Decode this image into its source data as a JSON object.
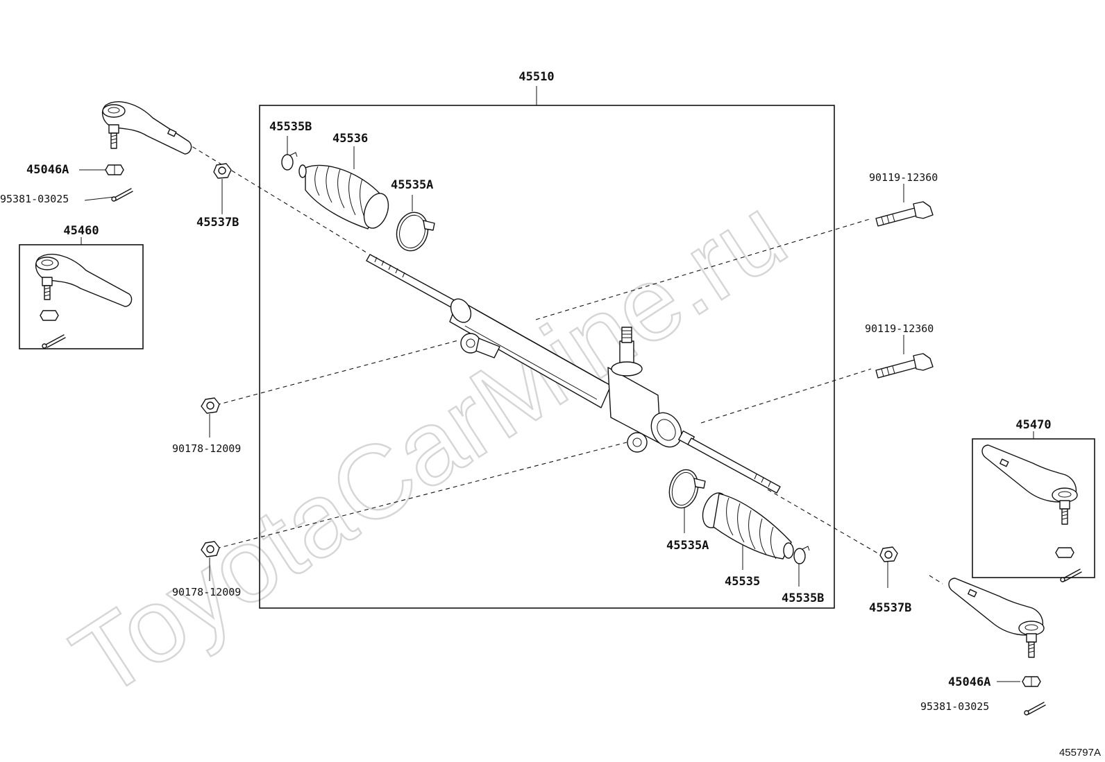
{
  "watermark": "ToyotaCarMine.ru",
  "drawing_number": "455797A",
  "labels": {
    "steering_gear_assembly": "45510",
    "boot_clamp_upper": "45535B",
    "boot_left": "45536",
    "boot_clip_left": "45535A",
    "nut_left": "45046A",
    "cotter_pin_left": "95381-03025",
    "rack_end_nut_left": "45537B",
    "tie_rod_end_left_kit": "45460",
    "bolt_upper": "90119-12360",
    "bolt_lower": "90119-12360",
    "nut_mount_upper": "90178-12009",
    "nut_mount_lower": "90178-12009",
    "boot_clip_right": "45535A",
    "boot_right": "45535",
    "boot_clamp_lower": "45535B",
    "rack_end_nut_right": "45537B",
    "tie_rod_end_right_kit": "45470",
    "nut_right": "45046A",
    "cotter_pin_right": "95381-03025"
  }
}
